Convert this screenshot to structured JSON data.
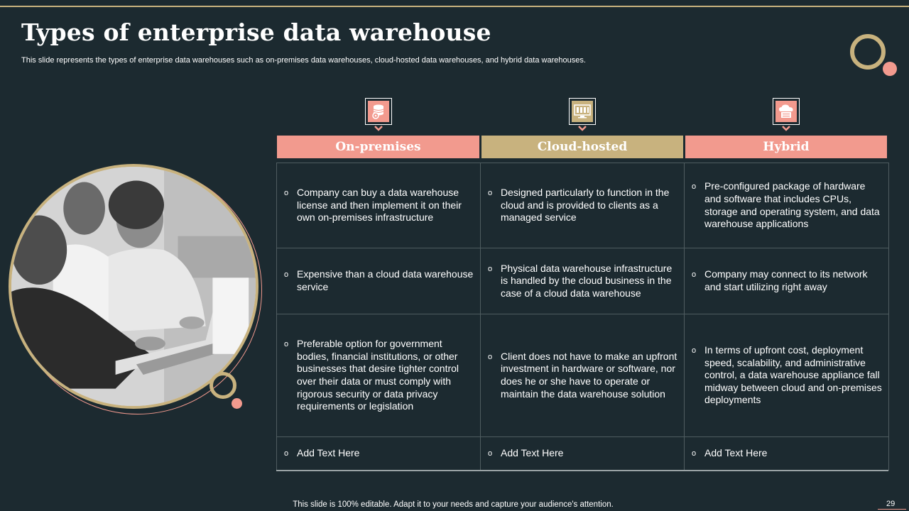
{
  "slide": {
    "title": "Types of enterprise data warehouse",
    "subtitle": "This slide represents the types of enterprise data warehouses such as on-premises data warehouses, cloud-hosted data warehouses, and hybrid data warehouses.",
    "footer": "This slide is 100% editable. Adapt it to your needs and capture your audience's attention.",
    "page_number": "29"
  },
  "columns": [
    {
      "header": "On-premises",
      "icon": "database-gear-icon",
      "header_color": "#f29a8e",
      "rows": [
        "Company can buy a data warehouse license and then implement it on their own on-premises infrastructure",
        "Expensive than a cloud data warehouse service",
        "Preferable option for government bodies, financial institutions, or other businesses that desire tighter control over their data or must comply with rigorous security or data privacy requirements or legislation",
        "Add Text Here"
      ]
    },
    {
      "header": "Cloud-hosted",
      "icon": "server-monitor-icon",
      "header_color": "#c8b27e",
      "rows": [
        "Designed particularly to function in the cloud and is provided to clients as a managed service",
        "Physical data warehouse infrastructure is handled by the cloud business in the case of a cloud data warehouse",
        "Client does not have to make an upfront investment in hardware or software, nor does he or she have to operate or maintain the data warehouse solution",
        "Add Text Here"
      ]
    },
    {
      "header": "Hybrid",
      "icon": "cloud-server-icon",
      "header_color": "#f29a8e",
      "rows": [
        "Pre-configured package of hardware and software that includes CPUs, storage and operating system, and data warehouse applications",
        "Company may connect to its network and start utilizing right away",
        "In terms of upfront cost, deployment speed, scalability, and administrative control, a data warehouse appliance fall midway between cloud and on-premises deployments",
        "Add Text Here"
      ]
    }
  ],
  "colors": {
    "background": "#1c2a30",
    "coral": "#f29a8e",
    "gold": "#c8b27e",
    "grid_line": "#4f5c60"
  }
}
